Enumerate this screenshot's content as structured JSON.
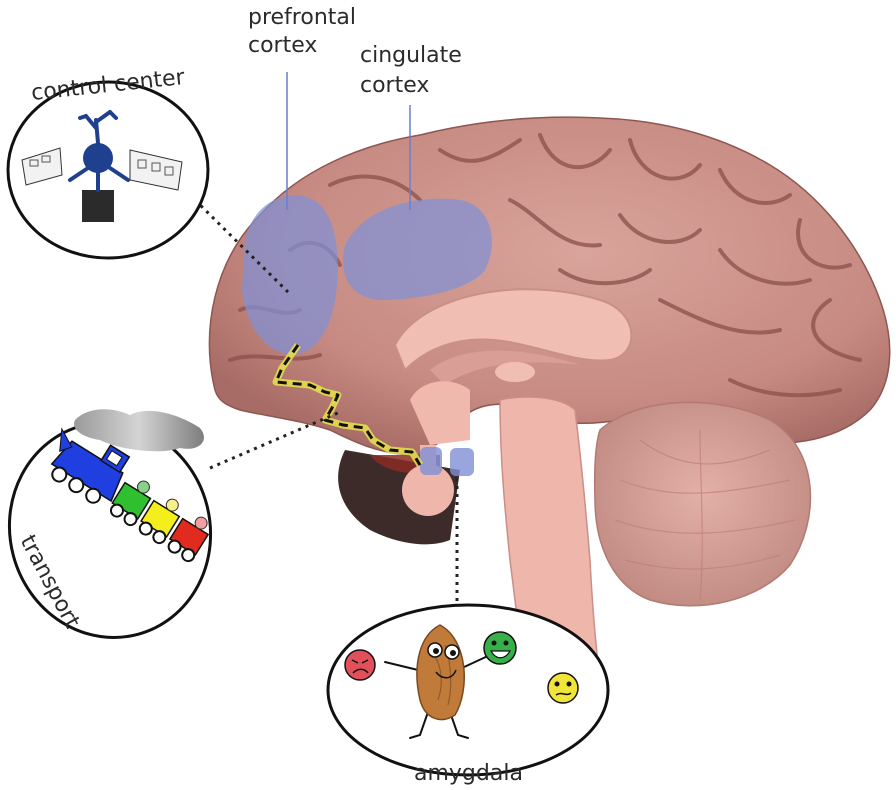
{
  "labels": {
    "prefrontal_line1": "prefrontal",
    "prefrontal_line2": "cortex",
    "cingulate_line1": "cingulate",
    "cingulate_line2": "cortex",
    "control_center": "control center",
    "transport": "transport",
    "amygdala": "amygdala"
  },
  "colors": {
    "brain_tissue": "#c98f88",
    "brain_light": "#e8b7ae",
    "brain_dark": "#8e5650",
    "midline_pink": "#f0b9ae",
    "region_highlight": "#7f90d6",
    "pathway_yellow": "#e6e34a",
    "leader_line": "#222222",
    "callout_border": "#111111"
  },
  "icons": {
    "control_center": "neuron-at-control-desk-icon",
    "transport": "train-icon",
    "amygdala": "almond-with-emotion-faces-icon"
  }
}
